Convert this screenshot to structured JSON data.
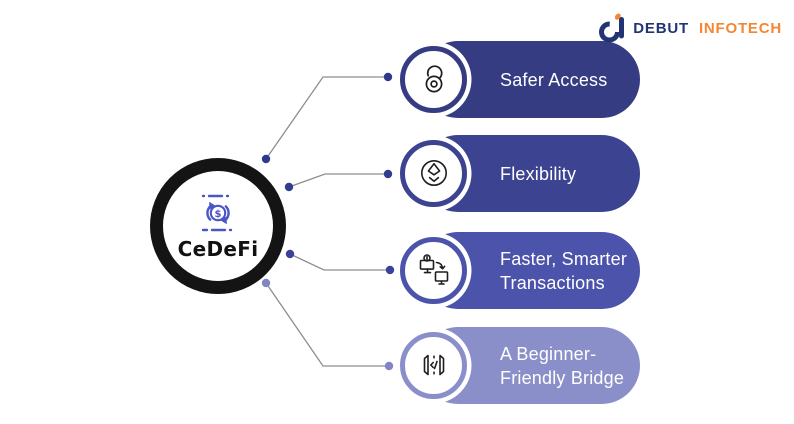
{
  "brand": {
    "word1": "DEBUT",
    "word2": "INFOTECH",
    "navy": "#223471",
    "orange": "#f58634"
  },
  "hub": {
    "label": "CeDeFi",
    "ring_color": "#141414",
    "icon": "dollar-exchange-icon",
    "icon_color": "#4a55c6"
  },
  "benefits": [
    {
      "label": "Safer Access",
      "icon": "open-padlock-icon",
      "color": "#353c82",
      "dot_color": "#2f388a"
    },
    {
      "label": "Flexibility",
      "icon": "ethereum-receive-icon",
      "color": "#3c4391",
      "dot_color": "#333b8e"
    },
    {
      "label": "Faster, Smarter\nTransactions",
      "icon": "computer-transfer-icon",
      "color": "#4c53ab",
      "dot_color": "#3b429c"
    },
    {
      "label": "A Beginner-\nFriendly Bridge",
      "icon": "code-bridge-icon",
      "color": "#8b8fc9",
      "dot_color": "#8185c6"
    }
  ],
  "connector": {
    "line_color": "#8d8d8d"
  }
}
